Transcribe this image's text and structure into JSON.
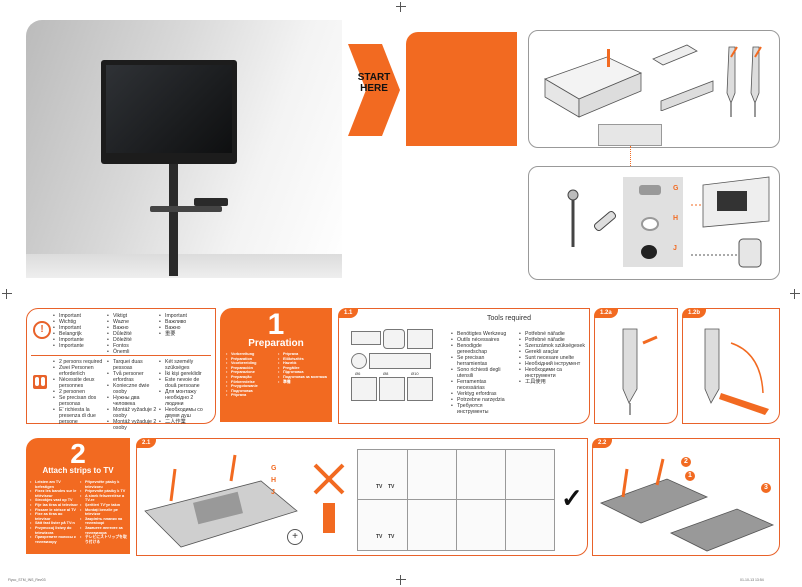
{
  "start_label": [
    "START",
    "HERE"
  ],
  "parts_letters": {
    "g": "G",
    "h": "H",
    "j": "J"
  },
  "important_section": {
    "col1": [
      "Important",
      "Wichtig",
      "Important",
      "Belangrijk",
      "Importante",
      "Importante"
    ],
    "col2": [
      "Viktigt",
      "Wazne",
      "Важно",
      "Důležité",
      "Dôležité",
      "Fontos",
      "Önemli"
    ],
    "col3": [
      "Important",
      "Важливо",
      "Важно",
      "重要"
    ],
    "people_col1": [
      "2 persons required",
      "Zwei Personen erforderlich",
      "Nécessite deux personnes",
      "2 personen",
      "Se precisan dos personas",
      "E' richiesta la presenza di due persone"
    ],
    "people_col2": [
      "Tarquei duas pessoas",
      "Två personer erfordras",
      "Konieczne dwie osoby",
      "Нужны два человека",
      "Montáž vyžaduje 2 osoby",
      "Montáž vyžaduje 2 osoby"
    ],
    "people_col3": [
      "Két személy szükséges",
      "İki kişi gereklidir",
      "Este nevoie de două persoane",
      "Для монтажу необхідно 2 людини",
      "Необходимы со двумя душ",
      "二人作業"
    ]
  },
  "step1": {
    "number": "1",
    "title": "Preparation",
    "translations_a": [
      "Vorbereitung",
      "Préparation",
      "Voorbereiding",
      "Preparación",
      "Preparazione",
      "Preparação",
      "Förberedelse",
      "Przygotowanie",
      "Подготовка",
      "Příprava"
    ],
    "translations_b": [
      "Príprava",
      "Előkészítés",
      "Hazırlık",
      "Pregătire",
      "Підготовка",
      "Подготовка за монтажа",
      "準備"
    ]
  },
  "step1_1": {
    "tab": "1.1",
    "title": "Tools required",
    "col1": [
      "Benötigtes Werkzeug",
      "Outils nécessaires",
      "Benodigde gereedschap",
      "Se precisan herramientas",
      "Sono richiesti degli utensili",
      "Ferramentas necessárias",
      "Verktyg erfordras",
      "Potrzebne narzędzia",
      "Требуются инструменты"
    ],
    "col2": [
      "Potřebné nářadie",
      "Potřebné nářadie",
      "Szerszámok szükségesek",
      "Gerekli araçlar",
      "Sunt necesare unelte",
      "Необхідний інструмент",
      "Необходими са инструменти",
      "工具使用"
    ],
    "bit_labels": [
      "Ø6",
      "Ø8",
      "Ø10"
    ]
  },
  "step1_2a": {
    "tab": "1.2a"
  },
  "step1_2b": {
    "tab": "1.2b"
  },
  "step2": {
    "number": "2",
    "title": "Attach strips to TV",
    "translations_a": [
      "Leisten am TV befestigen",
      "Fixez les bandes sur le téléviseur",
      "Strookjes vast op TV",
      "Fije las tiras al televisor",
      "Fissare le strisce al TV",
      "Fixe as tiras ao televisor",
      "Sätt fast lister på TV:n",
      "Przymocuj listwy do telewizora",
      "Прикрепите полосы к телевизору"
    ],
    "translations_b": [
      "Připevněte pásky k televizoru",
      "Pripevnite pásiky k TV",
      "A sínek felszerelése a TV-re",
      "Şeritleri TV'ye takın",
      "Montați benzile pe televizor",
      "Закріпіть планки на телевізорі",
      "Закачете лентите за телевизора",
      "テレビにストリップを取り付ける"
    ]
  },
  "step2_1": {
    "tab": "2.1",
    "labels": [
      "G",
      "H",
      "J"
    ],
    "tv_label": "TV"
  },
  "step2_2": {
    "tab": "2.2",
    "badges": [
      "1",
      "2",
      "3"
    ]
  },
  "grid_labels": [
    "TV",
    "TV",
    "TV",
    "TV"
  ],
  "footer_left": "Flyco_STM_INS_Rev03",
  "footer_right": "01-10-13  13:54",
  "colors": {
    "accent": "#f26a21",
    "border": "#999999"
  }
}
